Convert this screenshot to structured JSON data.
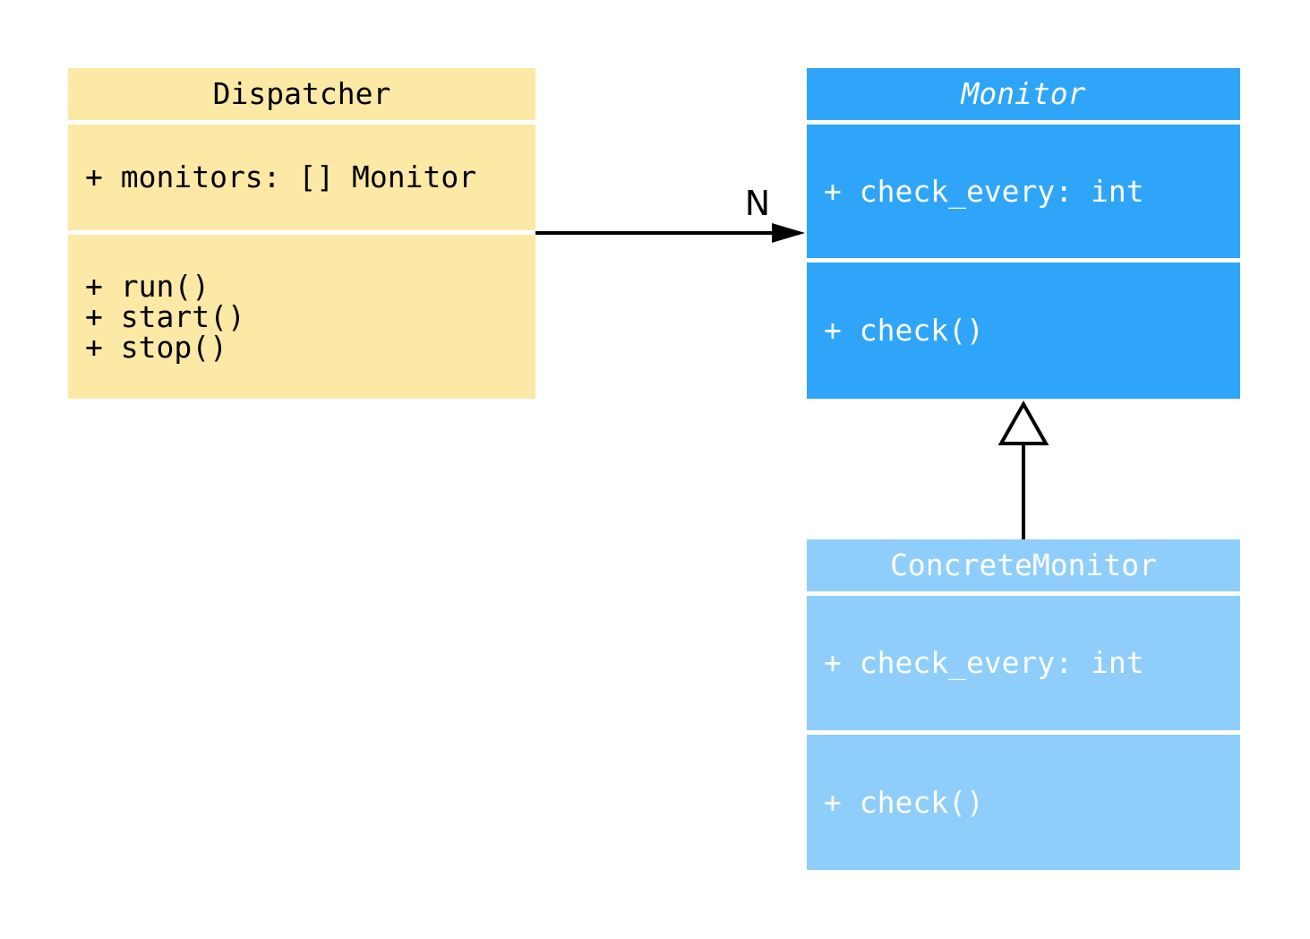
{
  "diagram": {
    "type": "uml-class-diagram",
    "classes": [
      {
        "name": "Dispatcher",
        "abstract": false,
        "attributes": [
          "+ monitors: [] Monitor"
        ],
        "methods": [
          "+ run()",
          "+ start()",
          "+ stop()"
        ]
      },
      {
        "name": "Monitor",
        "abstract": true,
        "attributes": [
          "+ check_every: int"
        ],
        "methods": [
          "+ check()"
        ]
      },
      {
        "name": "ConcreteMonitor",
        "abstract": false,
        "attributes": [
          "+ check_every: int"
        ],
        "methods": [
          "+ check()"
        ]
      }
    ],
    "relations": [
      {
        "type": "association",
        "from": "Dispatcher",
        "to": "Monitor",
        "label": "N"
      },
      {
        "type": "inheritance",
        "from": "ConcreteMonitor",
        "to": "Monitor",
        "label": ""
      }
    ]
  },
  "colors": {
    "canvas_bg": "#FFFFFF",
    "dispatcher_fill": "#FCE9A6",
    "monitor_fill": "#2FA5F9",
    "concrete_monitor_fill": "#8FCEFA",
    "dispatcher_text": "#000000",
    "monitor_text": "#FFFFFF",
    "edge_color": "#000000"
  }
}
